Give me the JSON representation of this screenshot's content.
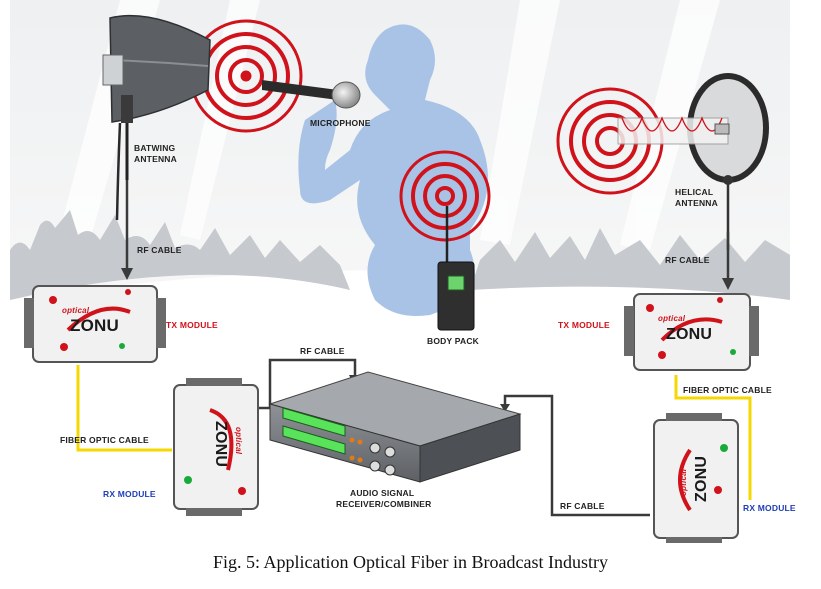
{
  "labels": {
    "microphone": "MICROPHONE",
    "batwing_1": "BATWING",
    "batwing_2": "ANTENNA",
    "helical_1": "HELICAL",
    "helical_2": "ANTENNA",
    "body_pack": "BODY PACK",
    "rf_cable": "RF CABLE",
    "tx_module": "TX MODULE",
    "rx_module": "RX MODULE",
    "fiber_optic_cable": "FIBER OPTIC CABLE",
    "receiver_1": "AUDIO SIGNAL",
    "receiver_2": "RECEIVER/COMBINER",
    "brand_small": "optical",
    "brand": "ZONU"
  },
  "caption": "Fig. 5: Application Optical Fiber in Broadcast Industry",
  "colors": {
    "signal_red": "#d0121b",
    "label_blue": "#1f3fb4",
    "fiber_yellow": "#f5d800",
    "singer_blue": "#a9c3e6",
    "crowd_gray": "#c9ccd0",
    "device_body": "#f1f1f1"
  }
}
